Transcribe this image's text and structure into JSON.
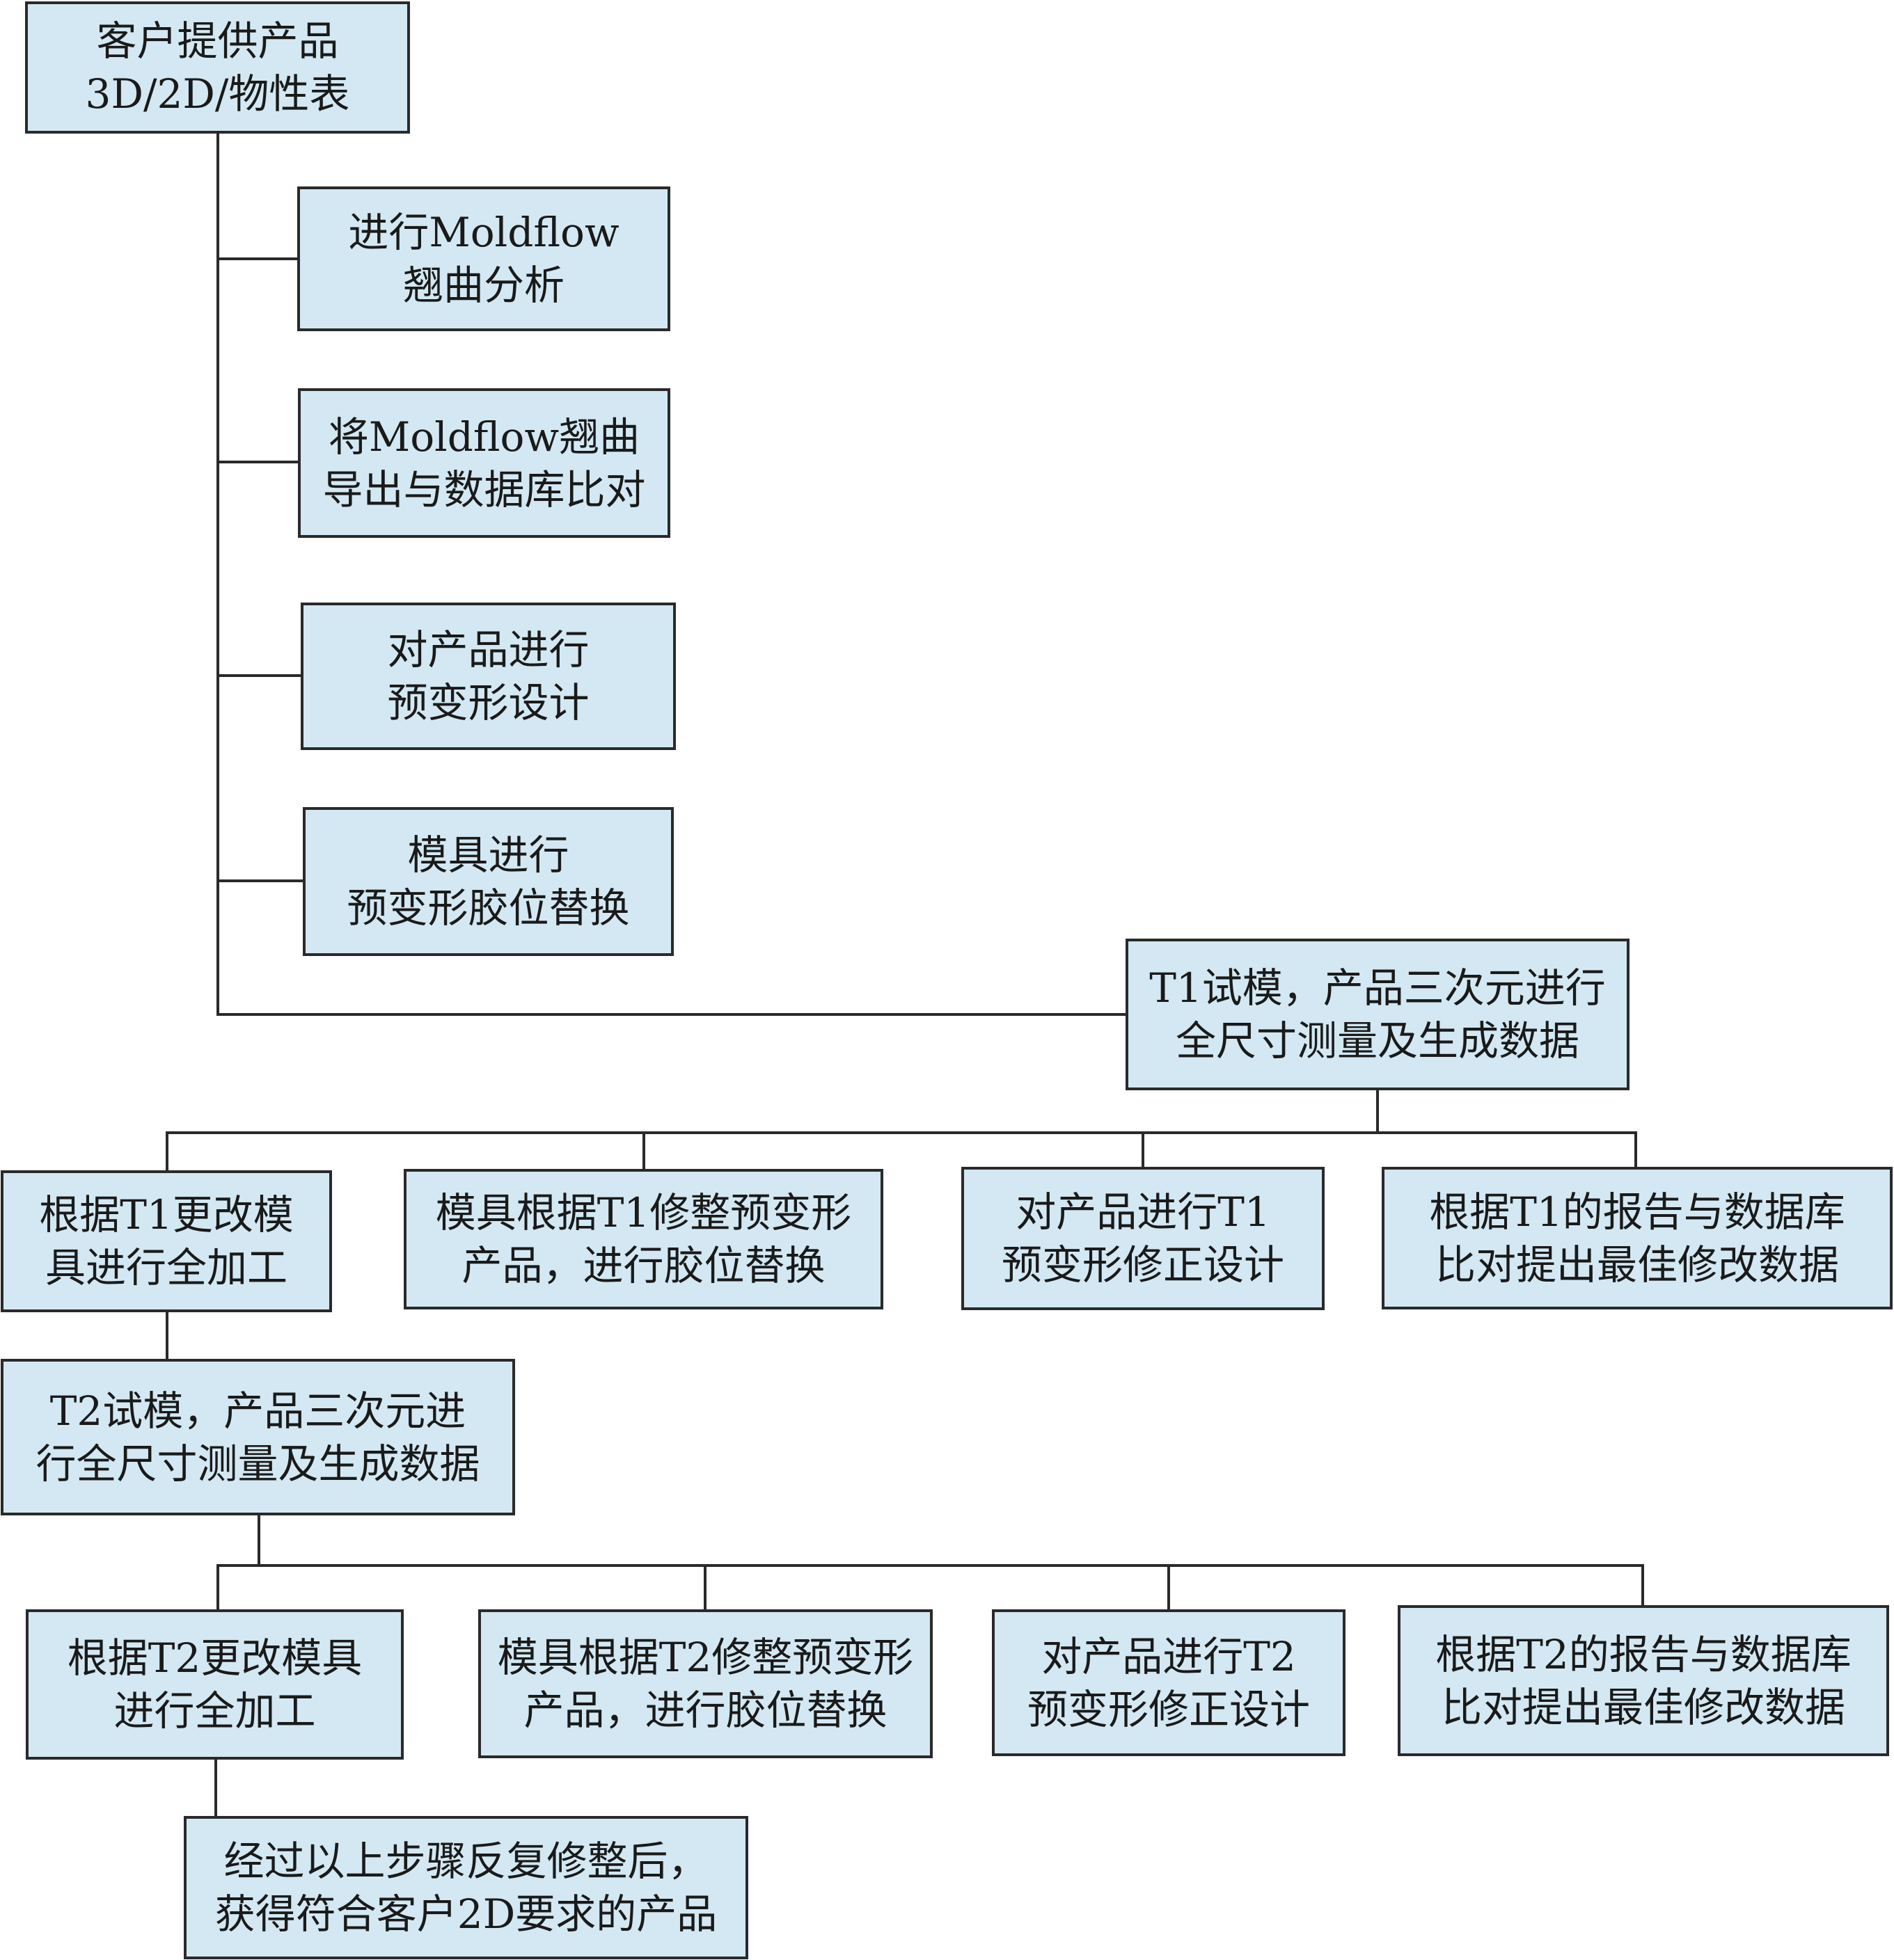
{
  "colors": {
    "box_fill": "#d3e8f3",
    "line": "#2a2a2a",
    "text": "#1a1a1a"
  },
  "nodes": {
    "customer_input": {
      "line1": "客户提供产品",
      "line2": "3D/2D/物性表"
    },
    "moldflow_analysis": {
      "line1": "进行Moldflow",
      "line2": "翘曲分析"
    },
    "moldflow_export": {
      "line1": "将Moldflow翘曲",
      "line2": "导出与数据库比对"
    },
    "predeform_design": {
      "line1": "对产品进行",
      "line2": "预变形设计"
    },
    "mold_insert_replace": {
      "line1": "模具进行",
      "line2": "预变形胶位替换"
    },
    "t1_trial": {
      "line1": "T1试模，产品三次元进行",
      "line2": "全尺寸测量及生成数据"
    },
    "t1_mold_modify": {
      "line1": "根据T1更改模",
      "line2": "具进行全加工"
    },
    "t1_mold_trim": {
      "line1": "模具根据T1修整预变形",
      "line2": "产品，进行胶位替换"
    },
    "t1_product_correct": {
      "line1": "对产品进行T1",
      "line2": "预变形修正设计"
    },
    "t1_report_compare": {
      "line1": "根据T1的报告与数据库",
      "line2": "比对提出最佳修改数据"
    },
    "t2_trial": {
      "line1": "T2试模，产品三次元进",
      "line2": "行全尺寸测量及生成数据"
    },
    "t2_mold_modify": {
      "line1": "根据T2更改模具",
      "line2": "进行全加工"
    },
    "t2_mold_trim": {
      "line1": "模具根据T2修整预变形",
      "line2": "产品，进行胶位替换"
    },
    "t2_product_correct": {
      "line1": "对产品进行T2",
      "line2": "预变形修正设计"
    },
    "t2_report_compare": {
      "line1": "根据T2的报告与数据库",
      "line2": "比对提出最佳修改数据"
    },
    "final_result": {
      "line1": "经过以上步骤反复修整后，",
      "line2": "获得符合客户2D要求的产品"
    }
  }
}
